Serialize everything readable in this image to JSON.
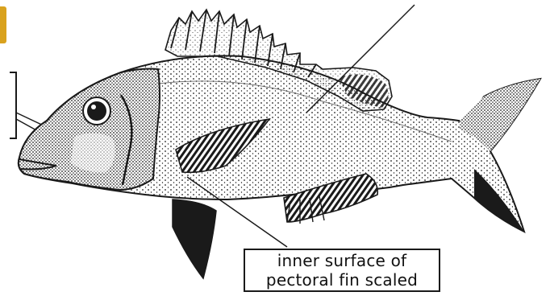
{
  "figure": {
    "subject": "fish",
    "style": "stippled line drawing",
    "ink_color": "#1a1a1a",
    "paper_color": "#ffffff",
    "corner_swatch_color": "#d9a21e"
  },
  "callout": {
    "line1": "inner surface of",
    "line2": "pectoral fin scaled"
  }
}
